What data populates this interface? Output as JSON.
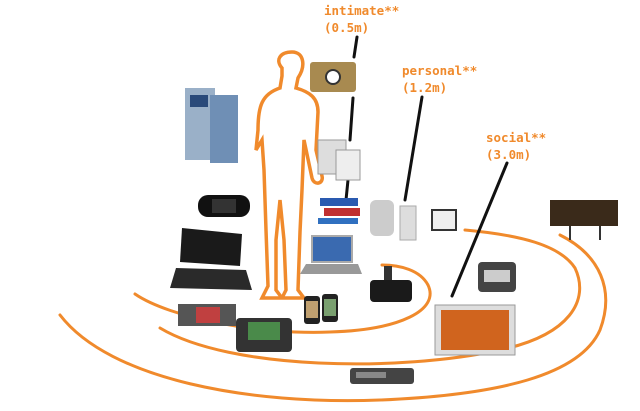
{
  "colors": {
    "accent": "#f08a2c",
    "leader": "#111111"
  },
  "zones": [
    {
      "name": "intimate**",
      "distance": "(0.5m)"
    },
    {
      "name": "personal**",
      "distance": "(1.2m)"
    },
    {
      "name": "social**",
      "distance": "(3.0m)"
    }
  ],
  "devices": [
    "atm-icon",
    "psp-icon",
    "tablet-pc-icon",
    "camera-phone-icon",
    "smartphone-icon",
    "music-player-icon",
    "newspaper-icon",
    "cards-icon",
    "laptop-icon",
    "iphones-icon",
    "speaker-dock-icon",
    "game-console-icon",
    "monitor-icon",
    "radio-icon",
    "tv-icon",
    "set-top-box-icon",
    "billboard-icon"
  ]
}
